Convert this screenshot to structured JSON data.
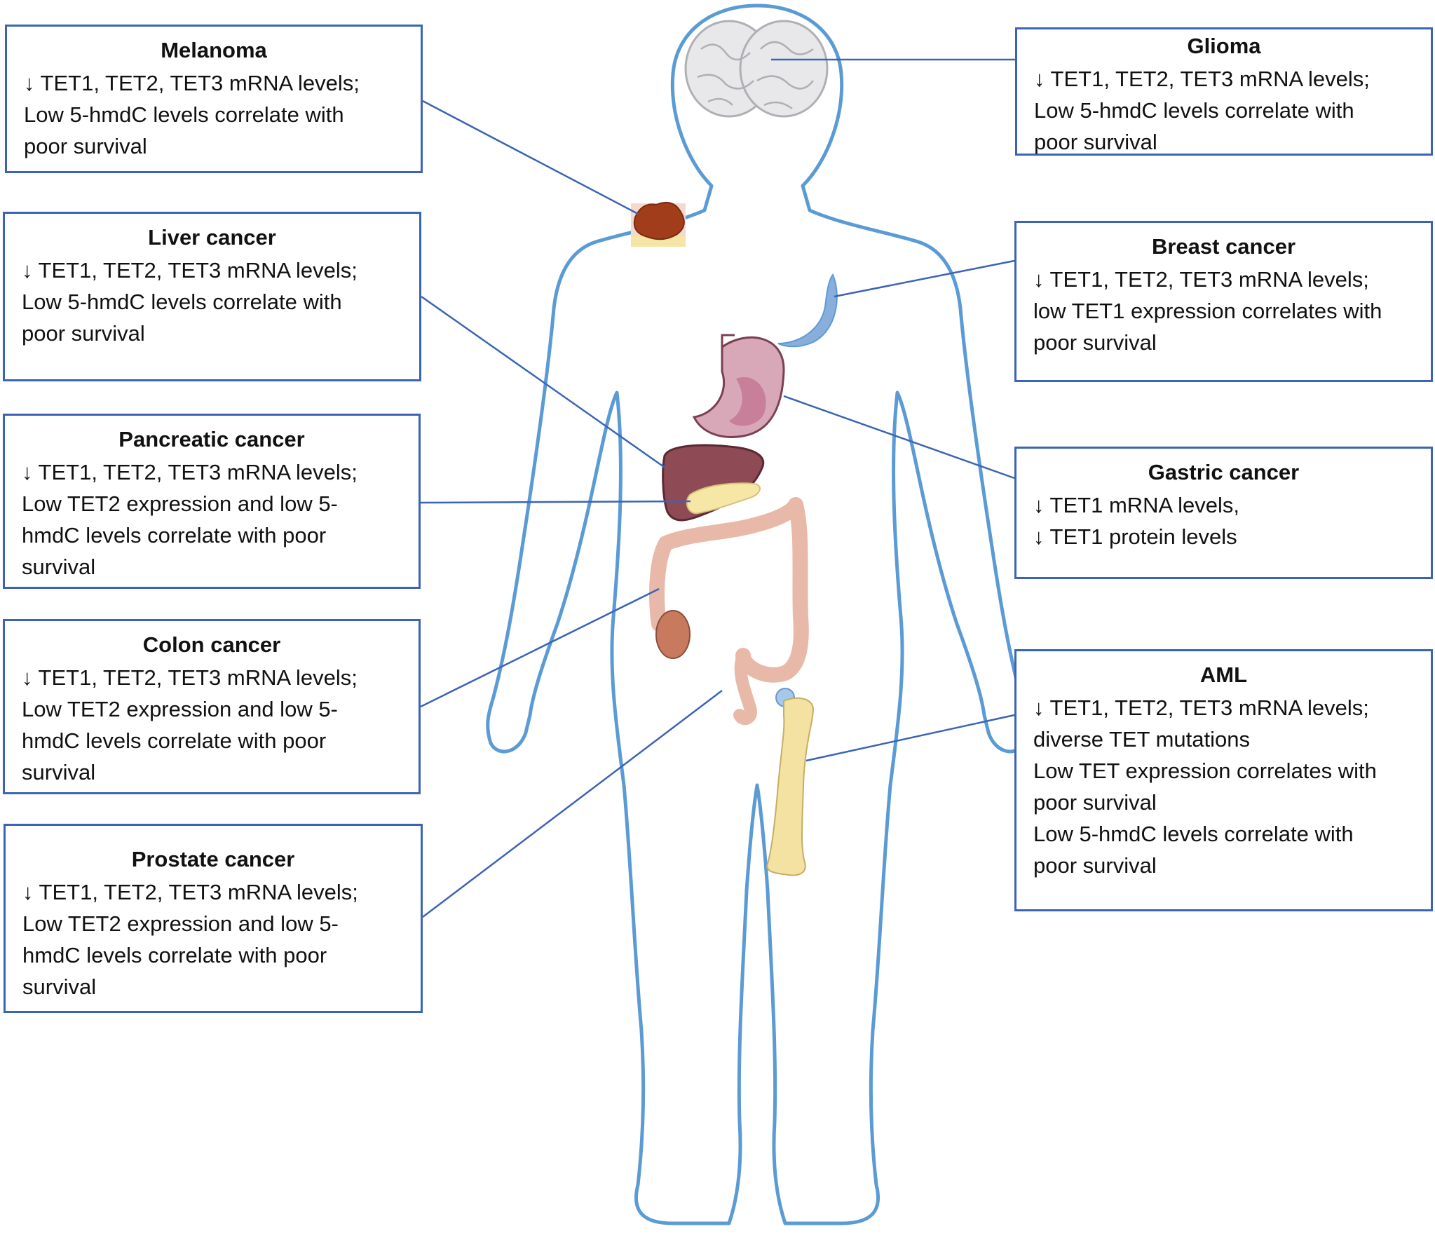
{
  "colors": {
    "box_border": "#3b64b5",
    "connector": "#3b64b5",
    "body_outline": "#5b9bd5",
    "text": "#111111"
  },
  "boxes": {
    "melanoma": {
      "title": "Melanoma",
      "lines": [
        "↓ TET1, TET2, TET3 mRNA levels;",
        "Low 5-hmdC levels correlate with",
        "poor survival"
      ]
    },
    "liver": {
      "title": "Liver cancer",
      "lines": [
        "↓ TET1, TET2, TET3 mRNA levels;",
        "Low 5-hmdC levels correlate with",
        "poor survival"
      ]
    },
    "pancreatic": {
      "title": "Pancreatic cancer",
      "lines": [
        "↓ TET1, TET2, TET3 mRNA levels;",
        "Low TET2 expression and low 5-",
        "hmdC levels correlate with poor",
        "survival"
      ]
    },
    "colon": {
      "title": "Colon cancer",
      "lines": [
        "↓ TET1, TET2, TET3 mRNA levels;",
        "Low TET2 expression and low 5-",
        "hmdC levels correlate with poor",
        "survival"
      ]
    },
    "prostate": {
      "title": "Prostate cancer",
      "lines": [
        "↓ TET1, TET2, TET3 mRNA levels;",
        "Low TET2 expression and low 5-",
        "hmdC levels correlate with poor",
        "survival"
      ]
    },
    "glioma": {
      "title": "Glioma",
      "lines": [
        "↓ TET1, TET2, TET3 mRNA levels;",
        "Low 5-hmdC levels correlate with",
        "poor survival"
      ]
    },
    "breast": {
      "title": "Breast cancer",
      "lines": [
        "↓ TET1, TET2, TET3 mRNA levels;",
        "low TET1 expression correlates with",
        "poor survival"
      ]
    },
    "gastric": {
      "title": "Gastric cancer",
      "lines": [
        "↓ TET1 mRNA levels,",
        "↓ TET1 protein levels"
      ]
    },
    "aml": {
      "title": "AML",
      "lines": [
        "↓ TET1, TET2, TET3 mRNA levels;",
        "diverse TET mutations",
        "Low TET expression correlates with",
        "poor survival",
        "Low 5-hmdC levels correlate with",
        "poor survival"
      ]
    }
  }
}
